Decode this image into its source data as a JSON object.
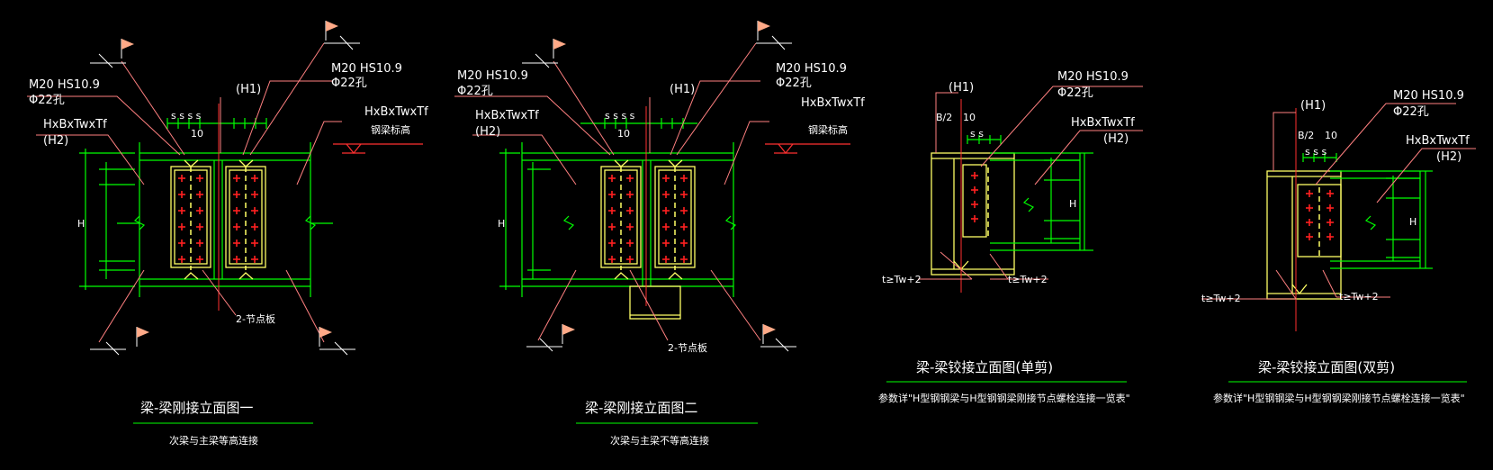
{
  "colors": {
    "background": "#000000",
    "beam": "#00ff00",
    "plate": "#ffff66",
    "leader": "#ff6a6a",
    "bolt": "#ff2020",
    "text": "#ffffff",
    "flag": "#ffaa88"
  },
  "drawings": [
    {
      "title": "梁-梁刚接立面图一",
      "subtitle": "次梁与主梁等高连接",
      "labels": {
        "bolt_spec": "M20 HS10.9",
        "hole": "Φ22孔",
        "bolt_spec_right": "M20 HS10.9",
        "hole_right": "Φ22孔",
        "section_left": "HxBxTwxTf",
        "h2": "(H2)",
        "h1": "(H1)",
        "section_right": "HxBxTwxTf",
        "elevation": "钢梁标高",
        "plate": "2-节点板",
        "h_dim": "H",
        "spacing": "s s s s",
        "gap": "10"
      }
    },
    {
      "title": "梁-梁刚接立面图二",
      "subtitle": "次梁与主梁不等高连接",
      "labels": {
        "bolt_spec": "M20 HS10.9",
        "hole": "Φ22孔",
        "bolt_spec_right": "M20 HS10.9",
        "hole_right": "Φ22孔",
        "section_left": "HxBxTwxTf",
        "h2": "(H2)",
        "h1": "(H1)",
        "section_right": "HxBxTwxTf",
        "elevation": "钢梁标高",
        "plate": "2-节点板",
        "h_dim": "H",
        "spacing": "s s s s",
        "gap": "10"
      }
    },
    {
      "title": "梁-梁铰接立面图(单剪)",
      "subtitle": "参数详\"H型钢钢梁与H型钢钢梁刚接节点螺栓连接一览表\"",
      "labels": {
        "h1": "(H1)",
        "bolt_spec": "M20 HS10.9",
        "hole": "Φ22孔",
        "b2": "B/2",
        "gap": "10",
        "section": "HxBxTwxTf",
        "h2": "(H2)",
        "t_left": "t≥Tw+2",
        "t_right": "t≥Tw+2",
        "h_dim": "H",
        "spacing": "s s"
      }
    },
    {
      "title": "梁-梁铰接立面图(双剪)",
      "subtitle": "参数详\"H型钢钢梁与H型钢钢梁刚接节点螺栓连接一览表\"",
      "labels": {
        "h1": "(H1)",
        "bolt_spec": "M20 HS10.9",
        "hole": "Φ22孔",
        "b2": "B/2",
        "gap": "10",
        "section": "HxBxTwxTf",
        "h2": "(H2)",
        "t_left": "t≥Tw+2",
        "t_right": "t≥Tw+2",
        "h_dim": "H",
        "spacing": "s s s"
      }
    }
  ]
}
